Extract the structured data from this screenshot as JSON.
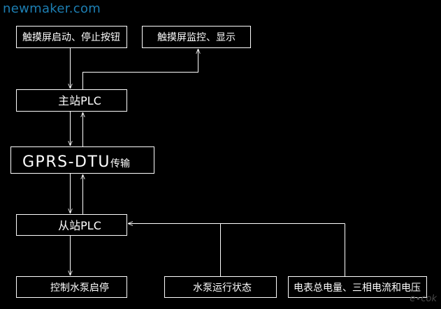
{
  "watermark": "newmaker.com",
  "corner_mark": "e∙cok",
  "colors": {
    "background": "#000000",
    "line": "#ffffff",
    "watermark": "#1d7fb3"
  },
  "diagram": {
    "nodes": {
      "touch_start_stop": "触摸屏启动、停止按钮",
      "touch_monitor": "触摸屏监控、显示",
      "master_plc": "主站PLC",
      "gprs_dtu_main": "GPRS-DTU",
      "gprs_dtu_suffix": "传输",
      "slave_plc": "从站PLC",
      "pump_control": "控制水泵启停",
      "pump_status": "水泵运行状态",
      "meter_readings": "电表总电量、三相电流和电压"
    }
  }
}
